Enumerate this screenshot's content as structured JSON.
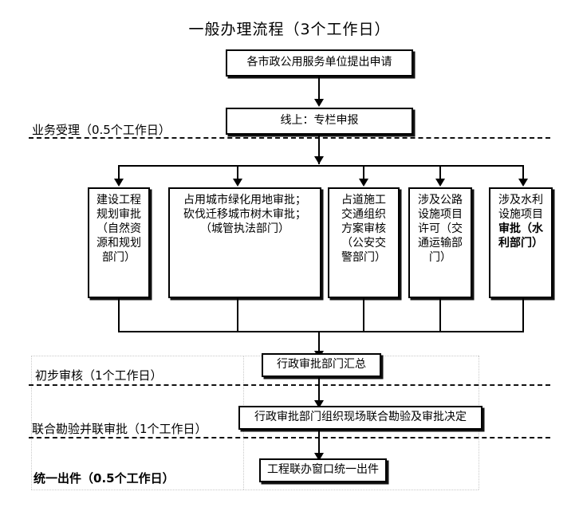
{
  "title": "一般办理流程（3个工作日）",
  "lanes": [
    {
      "id": "accept",
      "label": "业务受理（0.5个工作日）",
      "bold": false
    },
    {
      "id": "review",
      "label": "初步审核（1个工作日）",
      "bold": false
    },
    {
      "id": "joint",
      "label": "联合勘验并联审批（1个工作日）",
      "bold": false
    },
    {
      "id": "issue",
      "label": "统一出件（0.5个工作日）",
      "bold": true
    }
  ],
  "nodes": {
    "apply": {
      "text": "各市政公用服务单位提出申请"
    },
    "online": {
      "text": "线上：专栏申报"
    },
    "summary": {
      "text": "行政审批部门汇总"
    },
    "joint": {
      "text": "行政审批部门组织现场联合勘验及审批决定"
    },
    "issue": {
      "text": "工程联办窗口统一出件"
    }
  },
  "parallel_nodes": [
    {
      "id": "planning",
      "lines": [
        "建设工程",
        "规划审批",
        "（自然资",
        "源和规划",
        "部门）"
      ],
      "bold_from": -1
    },
    {
      "id": "greenland",
      "lines": [
        "占用城市绿化用地审批；",
        "砍伐迁移城市树木审批；",
        "（城管执法部门）"
      ],
      "bold_from": -1
    },
    {
      "id": "traffic",
      "lines": [
        "占道施工",
        "交通组织",
        "方案审核",
        "（公安交",
        "警部门）"
      ],
      "bold_from": -1
    },
    {
      "id": "highway",
      "lines": [
        "涉及公路",
        "设施项目",
        "许可（交",
        "通运输部",
        "门）"
      ],
      "bold_from": -1
    },
    {
      "id": "water",
      "lines": [
        "涉及水利",
        "设施项目",
        "审批（水",
        "利部门）"
      ],
      "bold_from": 2
    }
  ],
  "colors": {
    "line": "#000000",
    "background": "#ffffff",
    "guide": "#c9c9c9"
  }
}
